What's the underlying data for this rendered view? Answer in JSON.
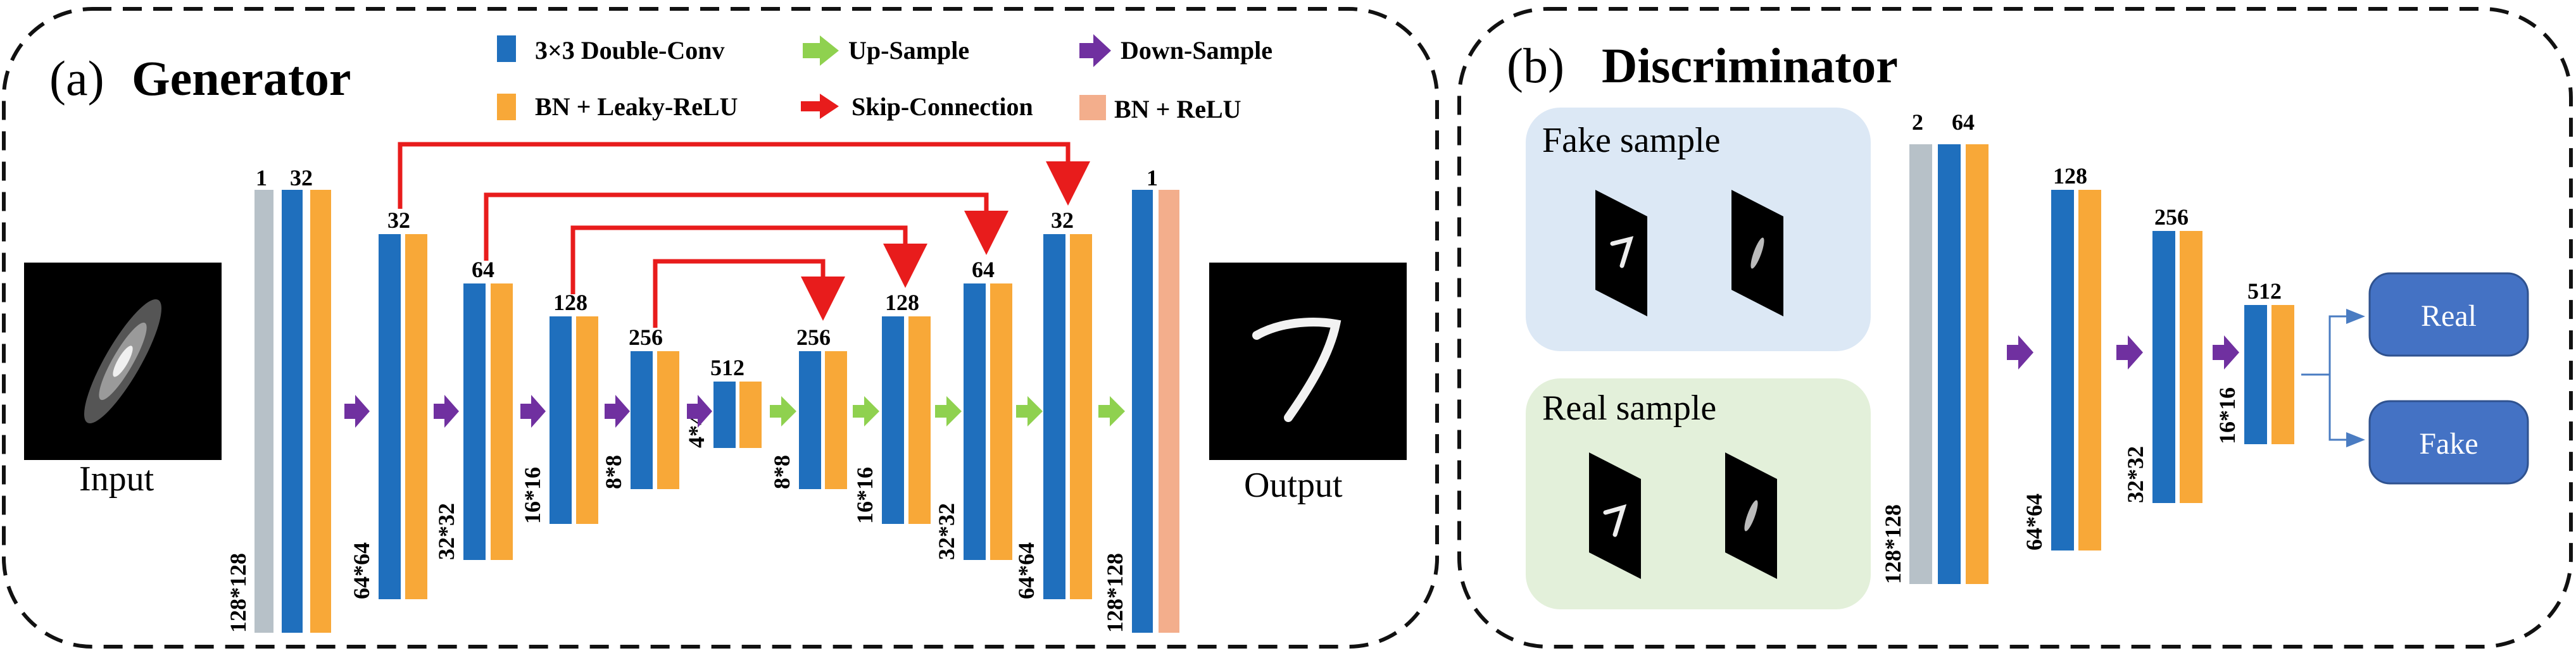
{
  "panel_a": {
    "tag": "(a)",
    "title": "Generator",
    "input_label": "Input",
    "output_label": "Output",
    "layers": [
      {
        "channels": [
          "1",
          "32"
        ],
        "size": "128*128"
      },
      {
        "channels": [
          "32"
        ],
        "size": "64*64"
      },
      {
        "channels": [
          "64"
        ],
        "size": "32*32"
      },
      {
        "channels": [
          "128"
        ],
        "size": "16*16"
      },
      {
        "channels": [
          "256"
        ],
        "size": "8*8"
      },
      {
        "channels": [
          "512"
        ],
        "size": "4*4"
      },
      {
        "channels": [
          "256"
        ],
        "size": "8*8"
      },
      {
        "channels": [
          "128"
        ],
        "size": "16*16"
      },
      {
        "channels": [
          "64"
        ],
        "size": "32*32"
      },
      {
        "channels": [
          "32"
        ],
        "size": "64*64"
      },
      {
        "channels": [
          "1"
        ],
        "size": "128*128"
      }
    ]
  },
  "panel_b": {
    "tag": "(b)",
    "title": "Discriminator",
    "fake_sample_label": "Fake sample",
    "real_sample_label": "Real sample",
    "layers": [
      {
        "channels": [
          "2",
          "64"
        ],
        "size": "128*128"
      },
      {
        "channels": [
          "128"
        ],
        "size": "64*64"
      },
      {
        "channels": [
          "256"
        ],
        "size": "32*32"
      },
      {
        "channels": [
          "512"
        ],
        "size": "16*16"
      }
    ],
    "outputs": [
      "Real",
      "Fake"
    ]
  },
  "legend": [
    {
      "label": "3×3 Double-Conv",
      "color": "#1f6fbd",
      "icon": "square-swatch"
    },
    {
      "label": "Up-Sample",
      "color": "#8fd14f",
      "icon": "right-arrow"
    },
    {
      "label": "Down-Sample",
      "color": "#7030a0",
      "icon": "right-arrow"
    },
    {
      "label": "BN + Leaky-ReLU",
      "color": "#f8a838",
      "icon": "square-swatch"
    },
    {
      "label": "Skip-Connection",
      "color": "#e81c1c",
      "icon": "right-arrow"
    },
    {
      "label": "BN + ReLU",
      "color": "#f3ae8c",
      "icon": "square-swatch"
    }
  ],
  "colors": {
    "double_conv": "#1f6fbd",
    "bn_leaky": "#f8a838",
    "bn_relu": "#f3ae8c",
    "input_channel": "#b7c1c8",
    "up_sample": "#8fd14f",
    "down_sample": "#7030a0",
    "skip": "#e81c1c",
    "output_box": "#4472c4",
    "fake_panel": "#dce8f5",
    "real_panel": "#e3f0da"
  }
}
